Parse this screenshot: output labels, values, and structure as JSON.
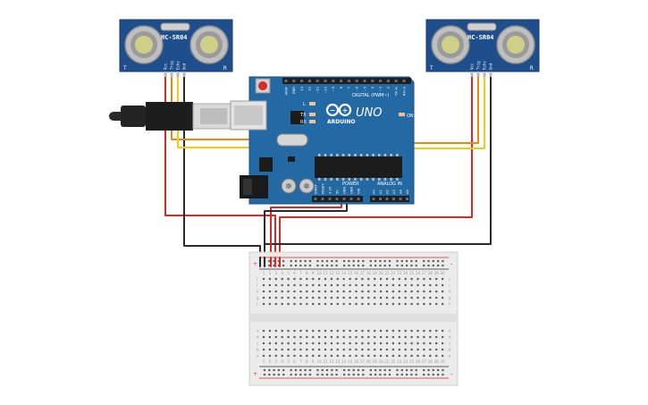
{
  "sensor_left": {
    "model": "HC-SR04",
    "left_mark": "T",
    "right_mark": "R",
    "pins": [
      "Vcc",
      "Trig",
      "Echo",
      "Gnd"
    ]
  },
  "sensor_right": {
    "model": "HC-SR04",
    "left_mark": "T",
    "right_mark": "R",
    "pins": [
      "Vcc",
      "Trig",
      "Echo",
      "Gnd"
    ]
  },
  "arduino": {
    "brand": "ARDUINO",
    "model": "UNO",
    "digital_label": "DIGITAL (PWM~)",
    "analog_label": "ANALOG IN",
    "power_label": "POWER",
    "on_label": "ON",
    "led_l": "L",
    "led_tx": "TX",
    "led_rx": "RX",
    "digital_pins": [
      "AREF",
      "GND",
      "13",
      "12",
      "~11",
      "~10",
      "~9",
      "8",
      "7",
      "~6",
      "~5",
      "4",
      "~3",
      "2",
      "TX→1",
      "RX←0"
    ],
    "power_pins": [
      "IOREF",
      "RESET",
      "3.3V",
      "5V",
      "GND",
      "GND",
      "VIN"
    ],
    "analog_pins": [
      "A0",
      "A1",
      "A2",
      "A3",
      "A4",
      "A5"
    ]
  },
  "breadboard": {
    "plus": "+",
    "minus": "-",
    "row_letters_top": [
      "j",
      "i",
      "h",
      "g",
      "f"
    ],
    "row_letters_bottom": [
      "e",
      "d",
      "c",
      "b",
      "a"
    ],
    "column_count": 30
  },
  "colors": {
    "board": "#2369a3",
    "sensor": "#1f4e8c",
    "wire_red": "#d42a26",
    "wire_black": "#2b2b2b",
    "wire_orange": "#e8890c",
    "wire_yellow": "#f2cc13"
  }
}
